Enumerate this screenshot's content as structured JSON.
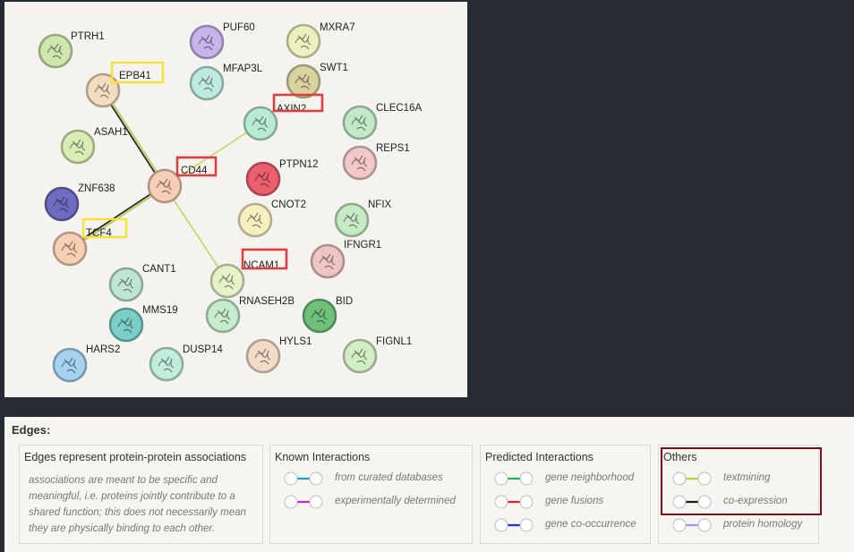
{
  "network": {
    "nodes": [
      {
        "id": "PTRH1",
        "label": "PTRH1",
        "color": "#cfe7ae"
      },
      {
        "id": "PUF60",
        "label": "PUF60",
        "color": "#c8b4ea"
      },
      {
        "id": "MXRA7",
        "label": "MXRA7",
        "color": "#eef0c0"
      },
      {
        "id": "EPB41",
        "label": "EPB41",
        "color": "#f3ddc0"
      },
      {
        "id": "MFAP3L",
        "label": "MFAP3L",
        "color": "#bfeae2"
      },
      {
        "id": "SWT1",
        "label": "SWT1",
        "color": "#d8d3a0"
      },
      {
        "id": "AXIN2",
        "label": "AXIN2",
        "color": "#b9ead2"
      },
      {
        "id": "CLEC16A",
        "label": "CLEC16A",
        "color": "#c2e8c8"
      },
      {
        "id": "ASAH1",
        "label": "ASAH1",
        "color": "#d8ecb4"
      },
      {
        "id": "REPS1",
        "label": "REPS1",
        "color": "#f2c8c8"
      },
      {
        "id": "CD44",
        "label": "CD44",
        "color": "#f6cdb6"
      },
      {
        "id": "PTPN12",
        "label": "PTPN12",
        "color": "#ec5f6e"
      },
      {
        "id": "ZNF638",
        "label": "ZNF638",
        "color": "#6e6cc0"
      },
      {
        "id": "CNOT2",
        "label": "CNOT2",
        "color": "#f6efc0"
      },
      {
        "id": "NFIX",
        "label": "NFIX",
        "color": "#c6eac4"
      },
      {
        "id": "TCF4",
        "label": "TCF4",
        "color": "#f7cfb4"
      },
      {
        "id": "IFNGR1",
        "label": "IFNGR1",
        "color": "#efc4c4"
      },
      {
        "id": "CANT1",
        "label": "CANT1",
        "color": "#bfe6d4"
      },
      {
        "id": "NCAM1",
        "label": "NCAM1",
        "color": "#e6f2c8"
      },
      {
        "id": "RNASEH2B",
        "label": "RNASEH2B",
        "color": "#c6eccd"
      },
      {
        "id": "BID",
        "label": "BID",
        "color": "#6ec07a"
      },
      {
        "id": "MMS19",
        "label": "MMS19",
        "color": "#7ccfc6"
      },
      {
        "id": "HARS2",
        "label": "HARS2",
        "color": "#a6d2f0"
      },
      {
        "id": "DUSP14",
        "label": "DUSP14",
        "color": "#c2ecdc"
      },
      {
        "id": "HYLS1",
        "label": "HYLS1",
        "color": "#f2dcc8"
      },
      {
        "id": "FIGNL1",
        "label": "FIGNL1",
        "color": "#d2eec4"
      }
    ],
    "edges": [
      {
        "from": "EPB41",
        "to": "CD44",
        "colors": [
          "#b9cc4e",
          "#2a2a2a"
        ]
      },
      {
        "from": "CD44",
        "to": "AXIN2",
        "colors": [
          "#c8da6e"
        ]
      },
      {
        "from": "CD44",
        "to": "TCF4",
        "colors": [
          "#b9cc4e",
          "#2a2a2a"
        ]
      },
      {
        "from": "CD44",
        "to": "NCAM1",
        "colors": [
          "#c8da6e"
        ]
      }
    ],
    "highlights": [
      {
        "node": "EPB41",
        "color": "#f3e33a"
      },
      {
        "node": "TCF4",
        "color": "#f3e33a"
      },
      {
        "node": "AXIN2",
        "color": "#e33b3b"
      },
      {
        "node": "CD44",
        "color": "#e33b3b"
      },
      {
        "node": "NCAM1",
        "color": "#e33b3b"
      }
    ]
  },
  "legend": {
    "title": "Edges:",
    "intro": {
      "title": "Edges represent protein-protein associations",
      "description": "associations are meant to be specific and meaningful, i.e. proteins jointly contribute to a shared function; this does not necessarily mean they are physically binding to each other."
    },
    "known": {
      "title": "Known Interactions",
      "items": [
        {
          "label": "from curated databases",
          "color": "#1fa3c4"
        },
        {
          "label": "experimentally determined",
          "color": "#c629c6"
        }
      ]
    },
    "predicted": {
      "title": "Predicted Interactions",
      "items": [
        {
          "label": "gene neighborhood",
          "color": "#1fb34a"
        },
        {
          "label": "gene fusions",
          "color": "#e02020"
        },
        {
          "label": "gene co-occurrence",
          "color": "#1f2fe0"
        }
      ]
    },
    "others": {
      "title": "Others",
      "items": [
        {
          "label": "textmining",
          "color": "#b5cf3a"
        },
        {
          "label": "co-expression",
          "color": "#1a1a1a"
        },
        {
          "label": "protein homology",
          "color": "#9a9ae6"
        }
      ],
      "highlight_color": "#7a1018"
    }
  }
}
